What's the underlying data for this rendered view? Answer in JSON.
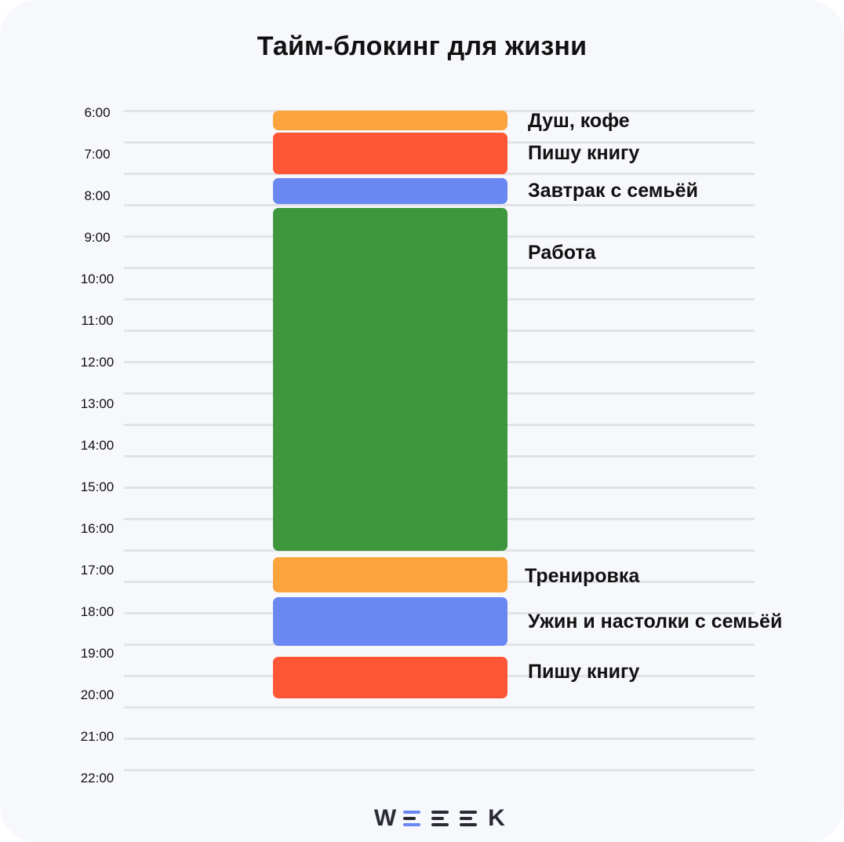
{
  "title": "Тайм-блокинг для жизни",
  "times": [
    "6:00",
    "7:00",
    "8:00",
    "9:00",
    "10:00",
    "11:00",
    "12:00",
    "13:00",
    "14:00",
    "15:00",
    "16:00",
    "17:00",
    "18:00",
    "19:00",
    "20:00",
    "21:00",
    "22:00"
  ],
  "blocks": [
    {
      "label": "Душ, кофе",
      "color": "#fba43d"
    },
    {
      "label": "Пишу книгу",
      "color": "#ff5736"
    },
    {
      "label": "Завтрак с семьёй",
      "color": "#6a88f1"
    },
    {
      "label": "Работа",
      "color": "#3e973d"
    },
    {
      "label": "Тренировка",
      "color": "#fba43d"
    },
    {
      "label": "Ужин и настолки с семьёй",
      "color": "#6a88f1"
    },
    {
      "label": "Пишу книгу",
      "color": "#ff5736"
    }
  ],
  "logo": {
    "first": "W",
    "last": "K",
    "icon_count": 3,
    "accent_color": "#6a86f1"
  }
}
